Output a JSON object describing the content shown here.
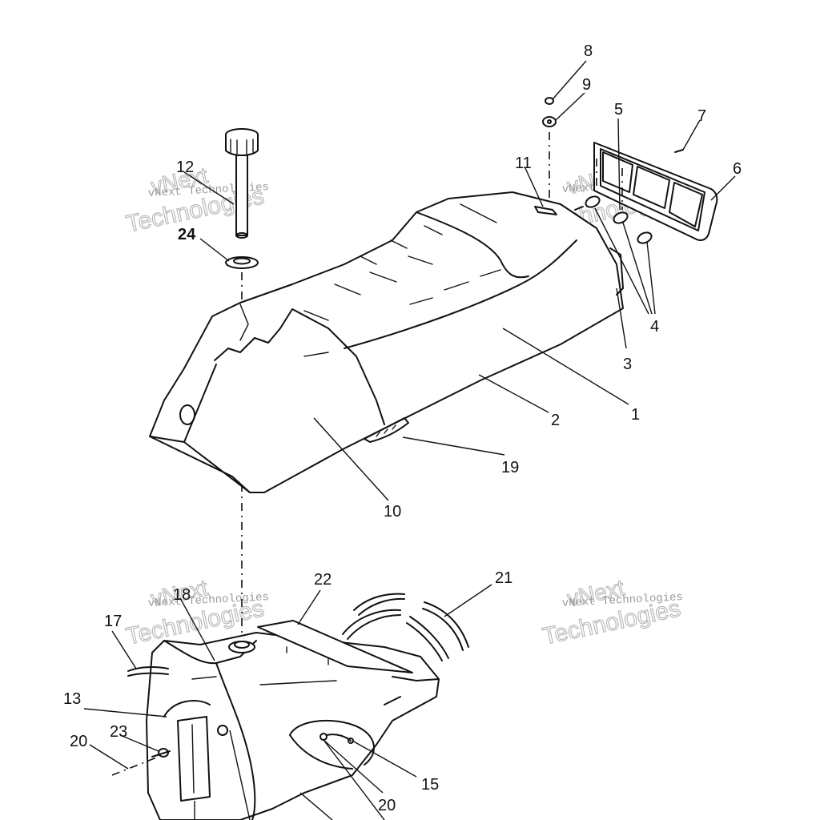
{
  "labels": {
    "p1": "1",
    "p2": "2",
    "p3": "3",
    "p4": "4",
    "p5": "5",
    "p6": "6",
    "p7": "7",
    "p8": "8",
    "p9": "9",
    "p10": "10",
    "p11": "11",
    "p12": "12",
    "p13": "13",
    "p15": "15",
    "p17": "17",
    "p18": "18",
    "p19": "19",
    "p20a": "20",
    "p20b": "20",
    "p21": "21",
    "p22": "22",
    "p23": "23",
    "p24": "24"
  },
  "watermark": {
    "small": "vNext Technologies",
    "large_top": "vNext",
    "large_bottom": "Technologies"
  }
}
